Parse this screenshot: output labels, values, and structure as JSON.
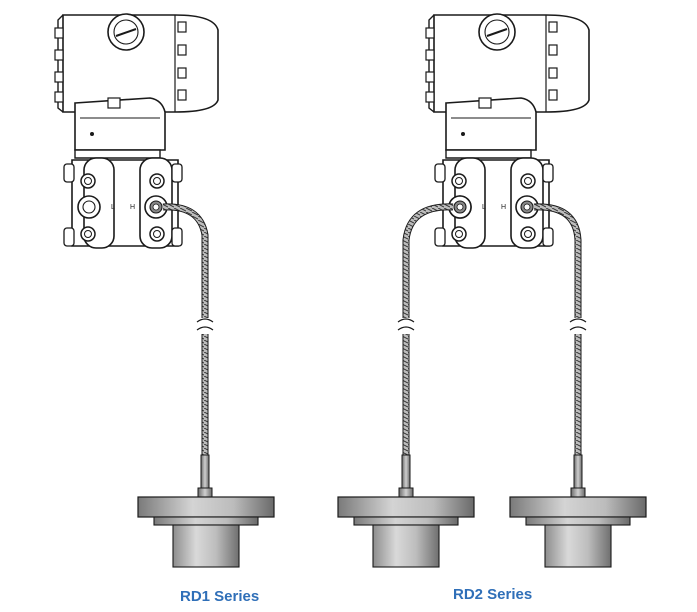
{
  "captions": {
    "rd1": "RD1 Series",
    "rd2": "RD2 Series"
  },
  "port_labels": {
    "low": "L",
    "high": "H"
  },
  "colors": {
    "caption": "#2f6fb8",
    "line": "#1a1a1a",
    "flange_dark": "#7b7b7b",
    "flange_light": "#d2d2d2"
  }
}
